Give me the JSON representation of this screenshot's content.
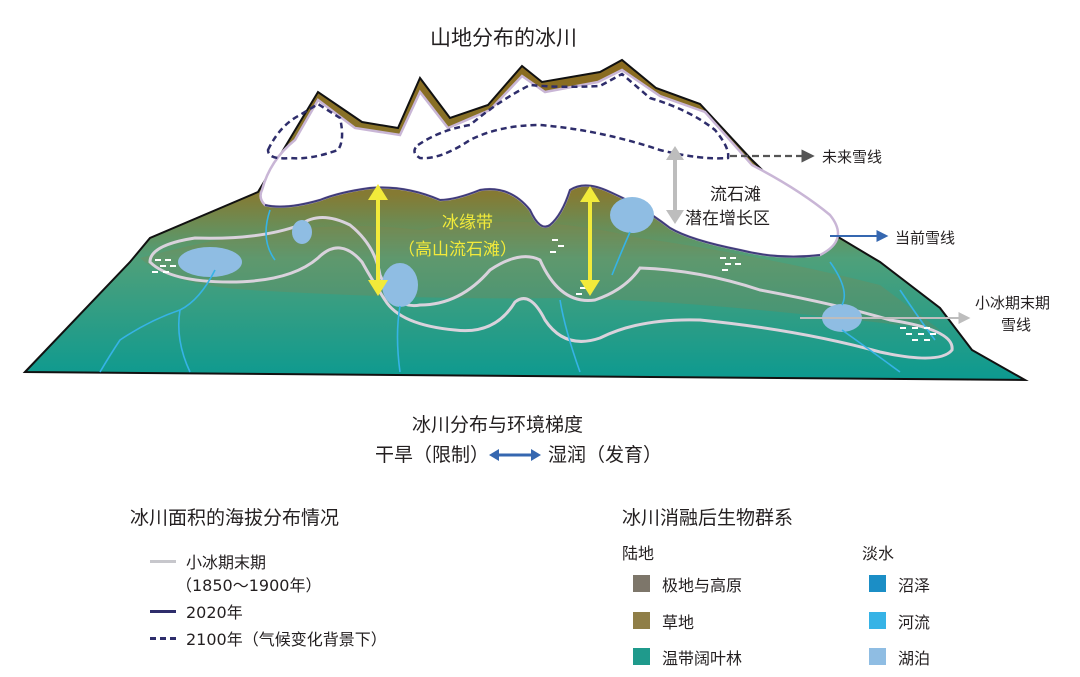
{
  "diagram": {
    "title": "山地分布的冰川",
    "labels": {
      "future_snowline": "未来雪线",
      "current_snowline": "当前雪线",
      "lia_snowline_line1": "小冰期末期",
      "lia_snowline_line2": "雪线",
      "scree_line1": "流石滩",
      "scree_line2": "潜在增长区",
      "forefield_line1": "冰缘带",
      "forefield_line2": "（高山流石滩）"
    }
  },
  "gradient": {
    "title": "冰川分布与环境梯度",
    "left": "干旱（限制）",
    "right": "湿润（发育）"
  },
  "area_legend": {
    "title": "冰川面积的海拔分布情况",
    "items": [
      {
        "label": "小冰期末期",
        "sublabel": "（1850～1900年）",
        "color": "#c7c7cc",
        "style": "solid"
      },
      {
        "label": "2020年",
        "color": "#2e2d6b",
        "style": "solid"
      },
      {
        "label": "2100年（气候变化背景下）",
        "color": "#2e2d6b",
        "style": "dashed"
      }
    ]
  },
  "biome_legend": {
    "title": "冰川消融后生物群系",
    "land": {
      "heading": "陆地",
      "items": [
        {
          "label": "极地与高原",
          "color": "#7d766a"
        },
        {
          "label": "草地",
          "color": "#8f7e47"
        },
        {
          "label": "温带阔叶林",
          "color": "#1f9a8c"
        }
      ]
    },
    "freshwater": {
      "heading": "淡水",
      "items": [
        {
          "label": "沼泽",
          "color": "#1b8ec6"
        },
        {
          "label": "河流",
          "color": "#36b3e6"
        },
        {
          "label": "湖泊",
          "color": "#8fbde3"
        }
      ]
    }
  },
  "colors": {
    "glacier_outline": "#c9b6d6",
    "current_glacier_outline": "#3f3d7a",
    "arrow_yellow": "#f2ea3a",
    "arrow_grey": "#bdbdbd",
    "arrow_blue": "#3567b0",
    "mountain_top": "#8a6e22",
    "mountain_bottom": "#2aa59a"
  }
}
